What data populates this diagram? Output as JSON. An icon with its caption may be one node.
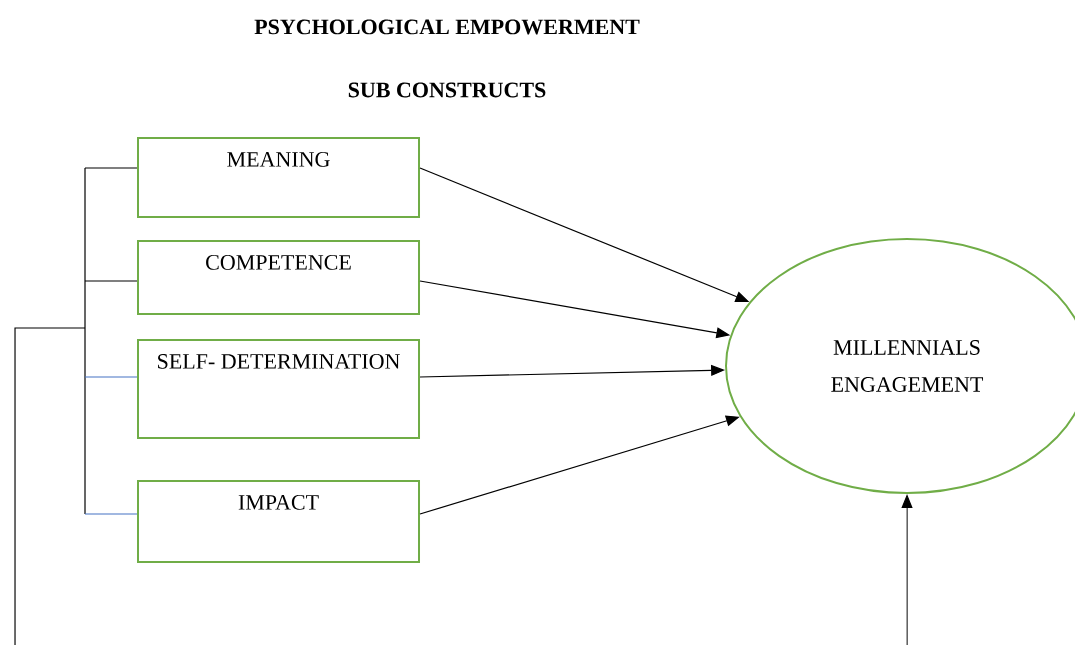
{
  "diagram": {
    "title": "PSYCHOLOGICAL EMPOWERMENT",
    "labels": [
      "SUB CONSTRUCTS"
    ],
    "nodes": [
      {
        "text": [
          "MEANING"
        ]
      },
      {
        "text": [
          "COMPETENCE"
        ]
      },
      {
        "text": [
          "SELF- DETERMINATION"
        ]
      },
      {
        "text": [
          "IMPACT"
        ]
      },
      {
        "text": [
          "MILLENNIALS ENGAGEMENT"
        ]
      }
    ],
    "edges": [
      {
        "from": 0,
        "to": 4,
        "arrow": "to"
      },
      {
        "from": 1,
        "to": 4,
        "arrow": "to"
      },
      {
        "from": 2,
        "to": 4,
        "arrow": "to"
      },
      {
        "from": 3,
        "to": 4,
        "arrow": "to"
      },
      {
        "from": null,
        "to": 0,
        "arrow": "none"
      },
      {
        "from": null,
        "to": 1,
        "arrow": "none"
      },
      {
        "from": null,
        "to": 2,
        "arrow": "none",
        "color": "#4472c4"
      },
      {
        "from": null,
        "to": 3,
        "arrow": "none",
        "color": "#4472c4"
      },
      {
        "from": null,
        "to": 4,
        "arrow": "to"
      }
    ]
  }
}
